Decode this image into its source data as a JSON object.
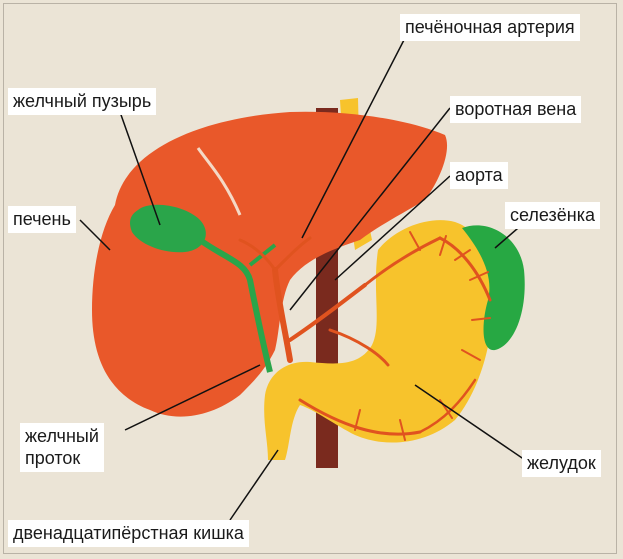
{
  "labels": {
    "hepatic_artery": "печёночная артерия",
    "gallbladder": "желчный пузырь",
    "portal_vein": "воротная вена",
    "aorta": "аорта",
    "liver": "печень",
    "spleen": "селезёнка",
    "bile_duct": "желчный\nпроток",
    "stomach": "желудок",
    "duodenum": "двенадцатипёрстная кишка"
  },
  "colors": {
    "background": "#ebe4d6",
    "liver": "#e9582a",
    "stomach": "#f7c32c",
    "gallbladder": "#2aa54a",
    "spleen": "#27a843",
    "aorta": "#7a2a1e",
    "vessels": "#e0531f",
    "leader_lines": "#111111"
  }
}
